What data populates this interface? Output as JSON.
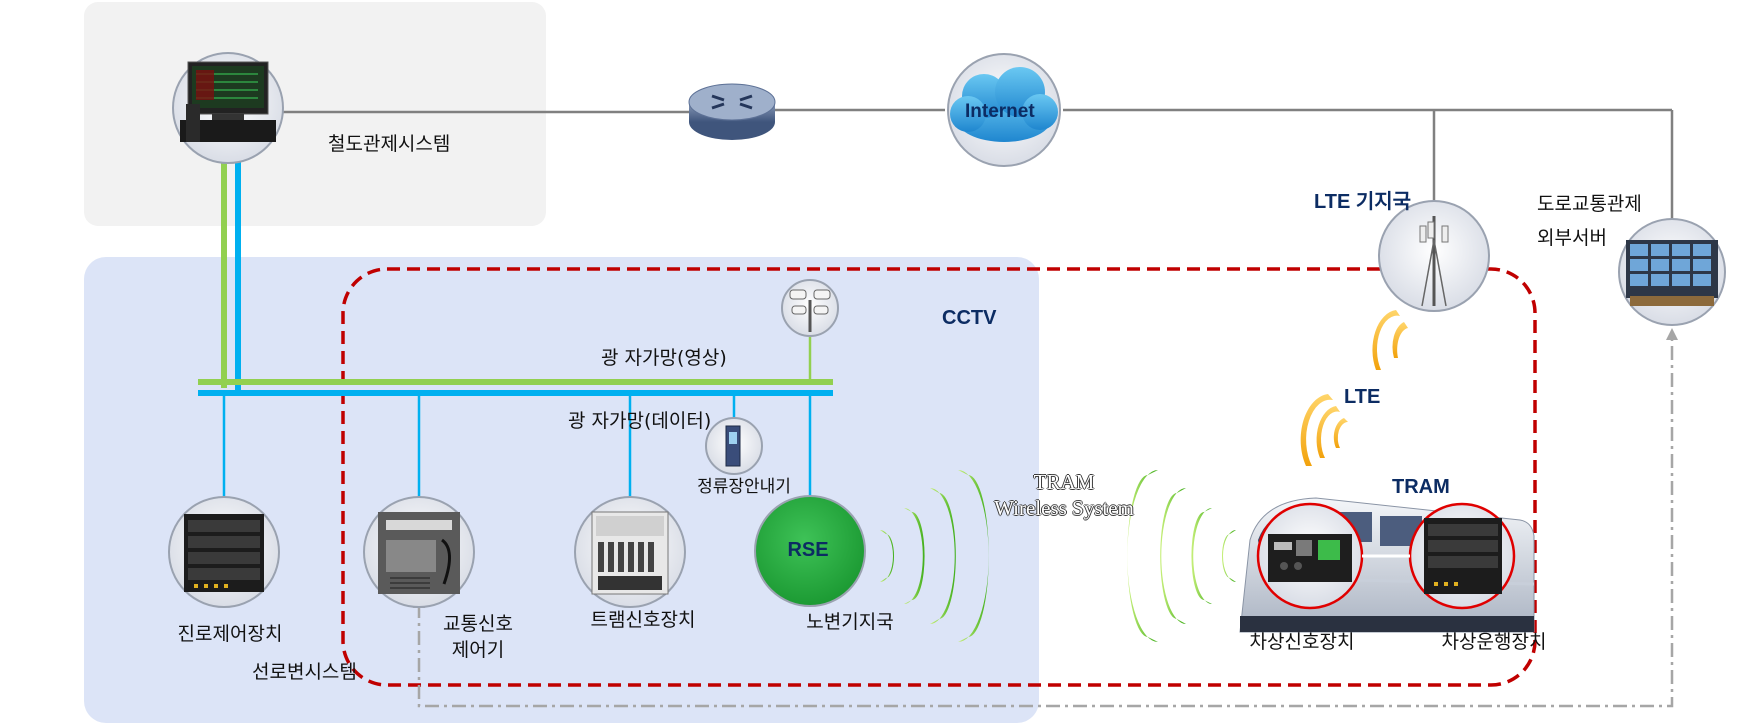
{
  "labels": {
    "rail_control": "철도관제시스템",
    "internet": "Internet",
    "lte_base": "LTE 기지국",
    "road_control_1": "도로교통관제",
    "road_control_2": "외부서버",
    "cctv": "CCTV",
    "fiber_video": "광 자가망(영상)",
    "fiber_data": "광 자가망(데이터)",
    "stop_guide": "정류장안내기",
    "route_control": "진로제어장치",
    "traffic_signal_1": "교통신호",
    "traffic_signal_2": "제어기",
    "wayside_system": "선로변시스템",
    "tram_signal": "트램신호장치",
    "rse_station": "노변기지국",
    "rse": "RSE",
    "tram_wireless_1": "TRAM",
    "tram_wireless_2": "Wireless System",
    "lte": "LTE",
    "tram": "TRAM",
    "onboard_signal": "차상신호장치",
    "onboard_operation": "차상운행장치"
  },
  "colors": {
    "fiber_video": "#92d050",
    "fiber_data": "#00b0f0",
    "wayside_box": "#dce4f7",
    "control_box": "#f2f2f2",
    "dashed_border": "#c00000",
    "rse_green": "#22a83a",
    "network_line": "#808080"
  },
  "icons": [
    "control-workstation-icon",
    "router-icon",
    "cloud-icon",
    "lte-tower-icon",
    "control-room-icon",
    "cctv-camera-icon",
    "stop-guide-icon",
    "route-control-rack-icon",
    "traffic-controller-icon",
    "tram-signal-cabinet-icon",
    "rse-antenna-icon",
    "tram-vehicle-icon"
  ]
}
